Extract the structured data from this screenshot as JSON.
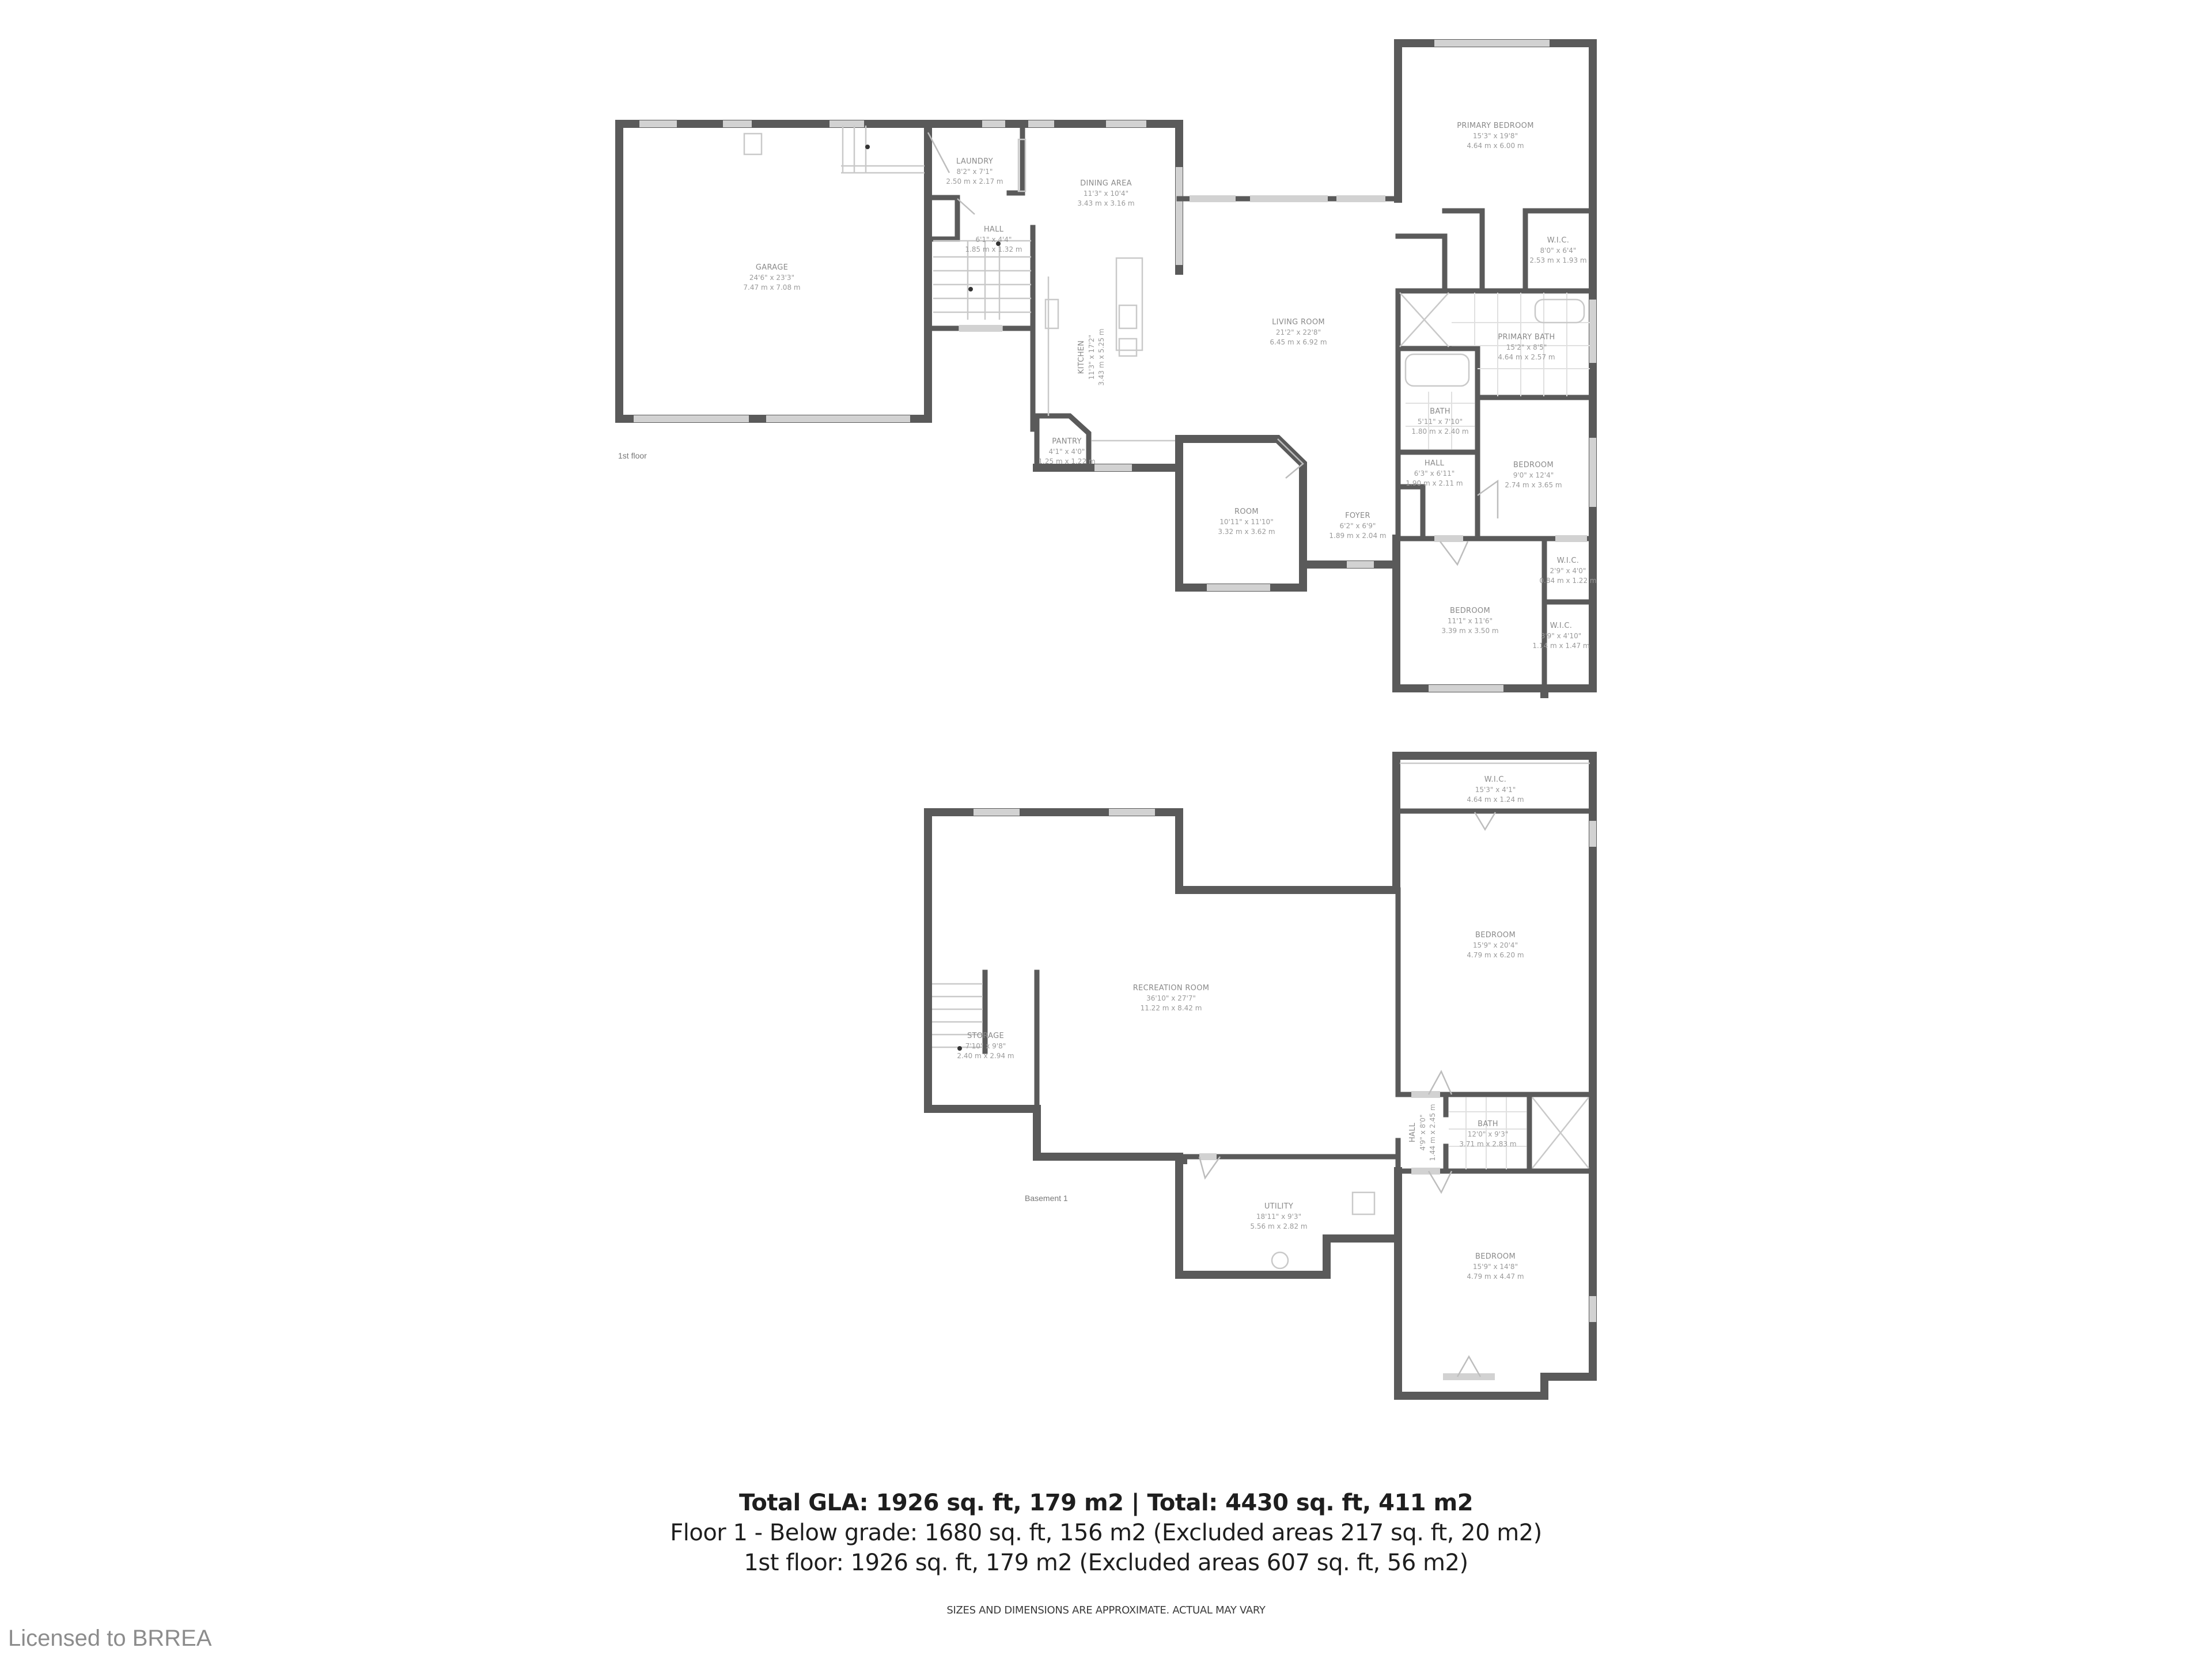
{
  "floor_labels": {
    "first_floor": "1st floor",
    "basement": "Basement 1"
  },
  "first_floor_rooms": [
    {
      "name": "GARAGE",
      "imperial": "24'6\" x 23'3\"",
      "metric": "7.47 m x 7.08 m"
    },
    {
      "name": "LAUNDRY",
      "imperial": "8'2\" x 7'1\"",
      "metric": "2.50 m x 2.17 m"
    },
    {
      "name": "HALL",
      "imperial": "6'1\" x 4'4\"",
      "metric": "1.85 m x 1.32 m"
    },
    {
      "name": "DINING AREA",
      "imperial": "11'3\" x 10'4\"",
      "metric": "3.43 m x 3.16 m"
    },
    {
      "name": "KITCHEN",
      "imperial": "11'3\" x 17'2\"",
      "metric": "3.43 m x 5.25 m"
    },
    {
      "name": "PANTRY",
      "imperial": "4'1\" x 4'0\"",
      "metric": "1.25 m x 1.22 m"
    },
    {
      "name": "LIVING ROOM",
      "imperial": "21'2\" x 22'8\"",
      "metric": "6.45 m x 6.92 m"
    },
    {
      "name": "PRIMARY BEDROOM",
      "imperial": "15'3\" x 19'8\"",
      "metric": "4.64 m x 6.00 m"
    },
    {
      "name": "W.I.C.",
      "imperial": "8'0\" x 6'4\"",
      "metric": "2.53 m x 1.93 m"
    },
    {
      "name": "PRIMARY BATH",
      "imperial": "15'2\" x 8'5\"",
      "metric": "4.64 m x 2.57 m"
    },
    {
      "name": "BATH",
      "imperial": "5'11\" x 7'10\"",
      "metric": "1.80 m x 2.40 m"
    },
    {
      "name": "HALL",
      "imperial": "6'3\" x 6'11\"",
      "metric": "1.90 m x 2.11 m"
    },
    {
      "name": "BEDROOM",
      "imperial": "9'0\" x 12'4\"",
      "metric": "2.74 m x 3.65 m"
    },
    {
      "name": "ROOM",
      "imperial": "10'11\" x 11'10\"",
      "metric": "3.32 m x 3.62 m"
    },
    {
      "name": "FOYER",
      "imperial": "6'2\" x 6'9\"",
      "metric": "1.89 m x 2.04 m"
    },
    {
      "name": "BEDROOM",
      "imperial": "11'1\" x 11'6\"",
      "metric": "3.39 m x 3.50 m"
    },
    {
      "name": "W.I.C.",
      "imperial": "2'9\" x 4'0\"",
      "metric": "0.84 m x 1.22 m"
    },
    {
      "name": "W.I.C.",
      "imperial": "3'9\" x 4'10\"",
      "metric": "1.14 m x 1.47 m"
    }
  ],
  "basement_rooms": [
    {
      "name": "W.I.C.",
      "imperial": "15'3\" x 4'1\"",
      "metric": "4.64 m x 1.24 m"
    },
    {
      "name": "BEDROOM",
      "imperial": "15'9\" x 20'4\"",
      "metric": "4.79 m x 6.20 m"
    },
    {
      "name": "RECREATION ROOM",
      "imperial": "36'10\" x 27'7\"",
      "metric": "11.22 m x 8.42 m"
    },
    {
      "name": "STORAGE",
      "imperial": "7'10\" x 9'8\"",
      "metric": "2.40 m x 2.94 m"
    },
    {
      "name": "HALL",
      "imperial": "4'9\" x 8'0\"",
      "metric": "1.44 m x 2.45 m"
    },
    {
      "name": "BATH",
      "imperial": "12'0\" x 9'3\"",
      "metric": "3.71 m x 2.83 m"
    },
    {
      "name": "UTILITY",
      "imperial": "18'11\" x 9'3\"",
      "metric": "5.56 m x 2.82 m"
    },
    {
      "name": "BEDROOM",
      "imperial": "15'9\" x 14'8\"",
      "metric": "4.79 m x 4.47 m"
    }
  ],
  "summary": {
    "total": "Total GLA: 1926 sq. ft, 179 m2 | Total: 4430 sq. ft, 411 m2",
    "below_grade": "Floor 1 - Below grade: 1680 sq. ft, 156 m2 (Excluded areas 217 sq. ft, 20 m2)",
    "first_floor": "1st floor: 1926 sq. ft, 179 m2 (Excluded areas 607 sq. ft, 56 m2)",
    "disclaimer": "SIZES AND DIMENSIONS ARE APPROXIMATE. ACTUAL MAY VARY"
  },
  "watermark": "Licensed to BRREA",
  "colors": {
    "wall": "#5a5a5a",
    "window": "#d2d2d2",
    "label": "#8a8a8a",
    "summary_text": "#1e1e1e",
    "watermark": "#8c8c8c"
  }
}
